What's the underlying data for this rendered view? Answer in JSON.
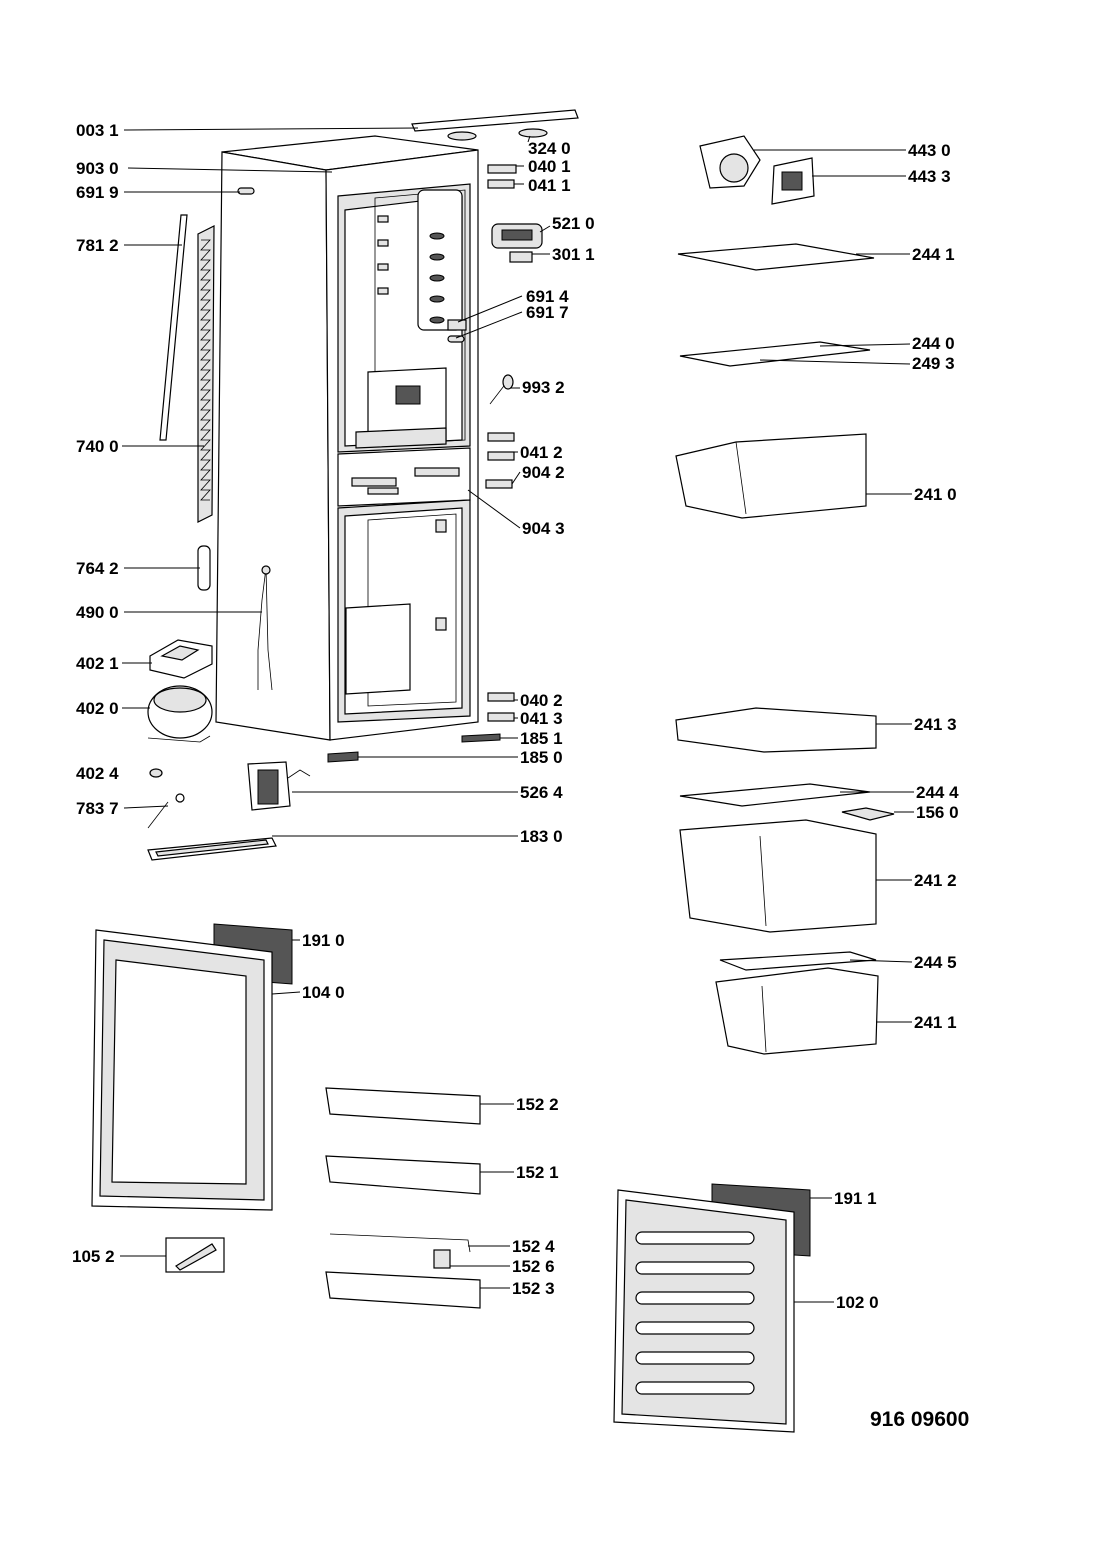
{
  "document_number": "916 09600",
  "callouts": [
    {
      "id": "c0031",
      "text": "003 1"
    },
    {
      "id": "c3240",
      "text": "324 0"
    },
    {
      "id": "c9030",
      "text": "903 0"
    },
    {
      "id": "c0401",
      "text": "040 1"
    },
    {
      "id": "c0411",
      "text": "041 1"
    },
    {
      "id": "c6919",
      "text": "691 9"
    },
    {
      "id": "c7812",
      "text": "781 2"
    },
    {
      "id": "c5210",
      "text": "521 0"
    },
    {
      "id": "c3011",
      "text": "301 1"
    },
    {
      "id": "c6914",
      "text": "691 4"
    },
    {
      "id": "c6917",
      "text": "691 7"
    },
    {
      "id": "c9932",
      "text": "993 2"
    },
    {
      "id": "c7400",
      "text": "740 0"
    },
    {
      "id": "c0412",
      "text": "041 2"
    },
    {
      "id": "c9042",
      "text": "904 2"
    },
    {
      "id": "c9043",
      "text": "904 3"
    },
    {
      "id": "c7642",
      "text": "764 2"
    },
    {
      "id": "c4900",
      "text": "490 0"
    },
    {
      "id": "c4021",
      "text": "402 1"
    },
    {
      "id": "c4020",
      "text": "402 0"
    },
    {
      "id": "c0402",
      "text": "040 2"
    },
    {
      "id": "c0413",
      "text": "041 3"
    },
    {
      "id": "c1851",
      "text": "185 1"
    },
    {
      "id": "c1850",
      "text": "185 0"
    },
    {
      "id": "c4024",
      "text": "402 4"
    },
    {
      "id": "c5264",
      "text": "526 4"
    },
    {
      "id": "c7837",
      "text": "783 7"
    },
    {
      "id": "c1830",
      "text": "183 0"
    },
    {
      "id": "c4430",
      "text": "443 0"
    },
    {
      "id": "c4433",
      "text": "443 3"
    },
    {
      "id": "c2441",
      "text": "244 1"
    },
    {
      "id": "c2440",
      "text": "244 0"
    },
    {
      "id": "c2493",
      "text": "249 3"
    },
    {
      "id": "c2410",
      "text": "241 0"
    },
    {
      "id": "c2413",
      "text": "241 3"
    },
    {
      "id": "c2444",
      "text": "244 4"
    },
    {
      "id": "c1560",
      "text": "156 0"
    },
    {
      "id": "c2412",
      "text": "241 2"
    },
    {
      "id": "c2445",
      "text": "244 5"
    },
    {
      "id": "c2411",
      "text": "241 1"
    },
    {
      "id": "c1910",
      "text": "191 0"
    },
    {
      "id": "c1040",
      "text": "104 0"
    },
    {
      "id": "c1522",
      "text": "152 2"
    },
    {
      "id": "c1521",
      "text": "152 1"
    },
    {
      "id": "c1524",
      "text": "152 4"
    },
    {
      "id": "c1526",
      "text": "152 6"
    },
    {
      "id": "c1523",
      "text": "152 3"
    },
    {
      "id": "c1052",
      "text": "105 2"
    },
    {
      "id": "c1911",
      "text": "191 1"
    },
    {
      "id": "c1020",
      "text": "102 0"
    }
  ]
}
